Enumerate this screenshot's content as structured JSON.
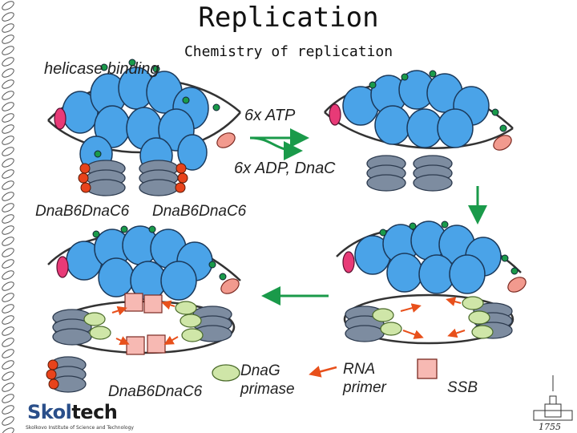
{
  "slide": {
    "title": "Replication",
    "subtitle": "Chemistry of replication"
  },
  "labels": {
    "helicase_binding": "helicase binding",
    "atp": "6x ATP",
    "adp": "6x ADP, Dna",
    "adp_c": "C",
    "complex_1": "DnaB6DnaC6",
    "complex_2": "DnaB6DnaC6",
    "complex_3": "DnaB6DnaC6",
    "sub6": "6"
  },
  "legend": {
    "dnag_line1": "DnaG",
    "dnag_line2": "primase",
    "rna_line1": "RNA",
    "rna_line2": "primer",
    "ssb": "SSB"
  },
  "logo": {
    "name_prefix": "Skol",
    "name_suffix": "tech",
    "tagline": "Skolkovo Institute of Science and Technology",
    "year": "1755"
  },
  "colors": {
    "dnaa_blue": "#4aa3e8",
    "helicase_gray": "#7d8ca0",
    "dnac_red": "#e8431b",
    "primase_green": "#cfe6a8",
    "ssb_pink": "#f7b9b3",
    "arrow_green": "#1a9a4a",
    "arrow_orange": "#e8501b",
    "pink_protein": "#e83a77",
    "salmon_protein": "#f29a8e"
  }
}
